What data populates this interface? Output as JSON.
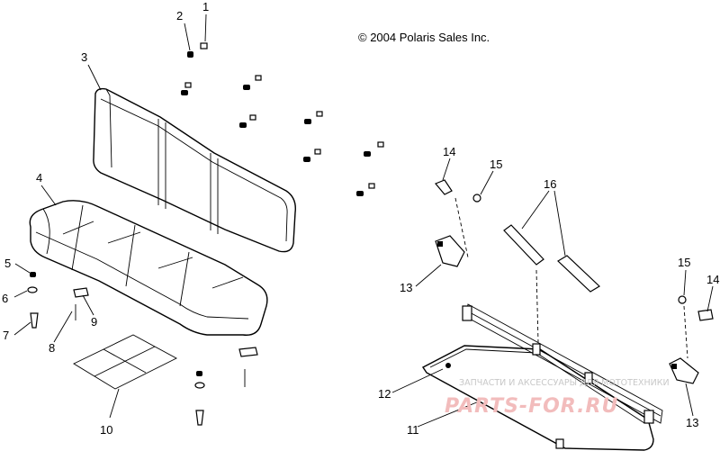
{
  "copyright": "© 2004 Polaris Sales Inc.",
  "callouts": [
    "1",
    "2",
    "3",
    "4",
    "5",
    "6",
    "7",
    "8",
    "9",
    "10",
    "11",
    "12",
    "13",
    "14",
    "15",
    "16"
  ],
  "callouts_right": {
    "left_13": "13",
    "right_13": "13",
    "right_14": "14",
    "right_15": "15",
    "top_14": "14",
    "top_15": "15"
  },
  "watermark": {
    "line1": "ЗАПЧАСТИ И АКСЕССУАРЫ ДЛЯ МОТОТЕХНИКИ",
    "line2": "PARTS-FOR.RU"
  }
}
